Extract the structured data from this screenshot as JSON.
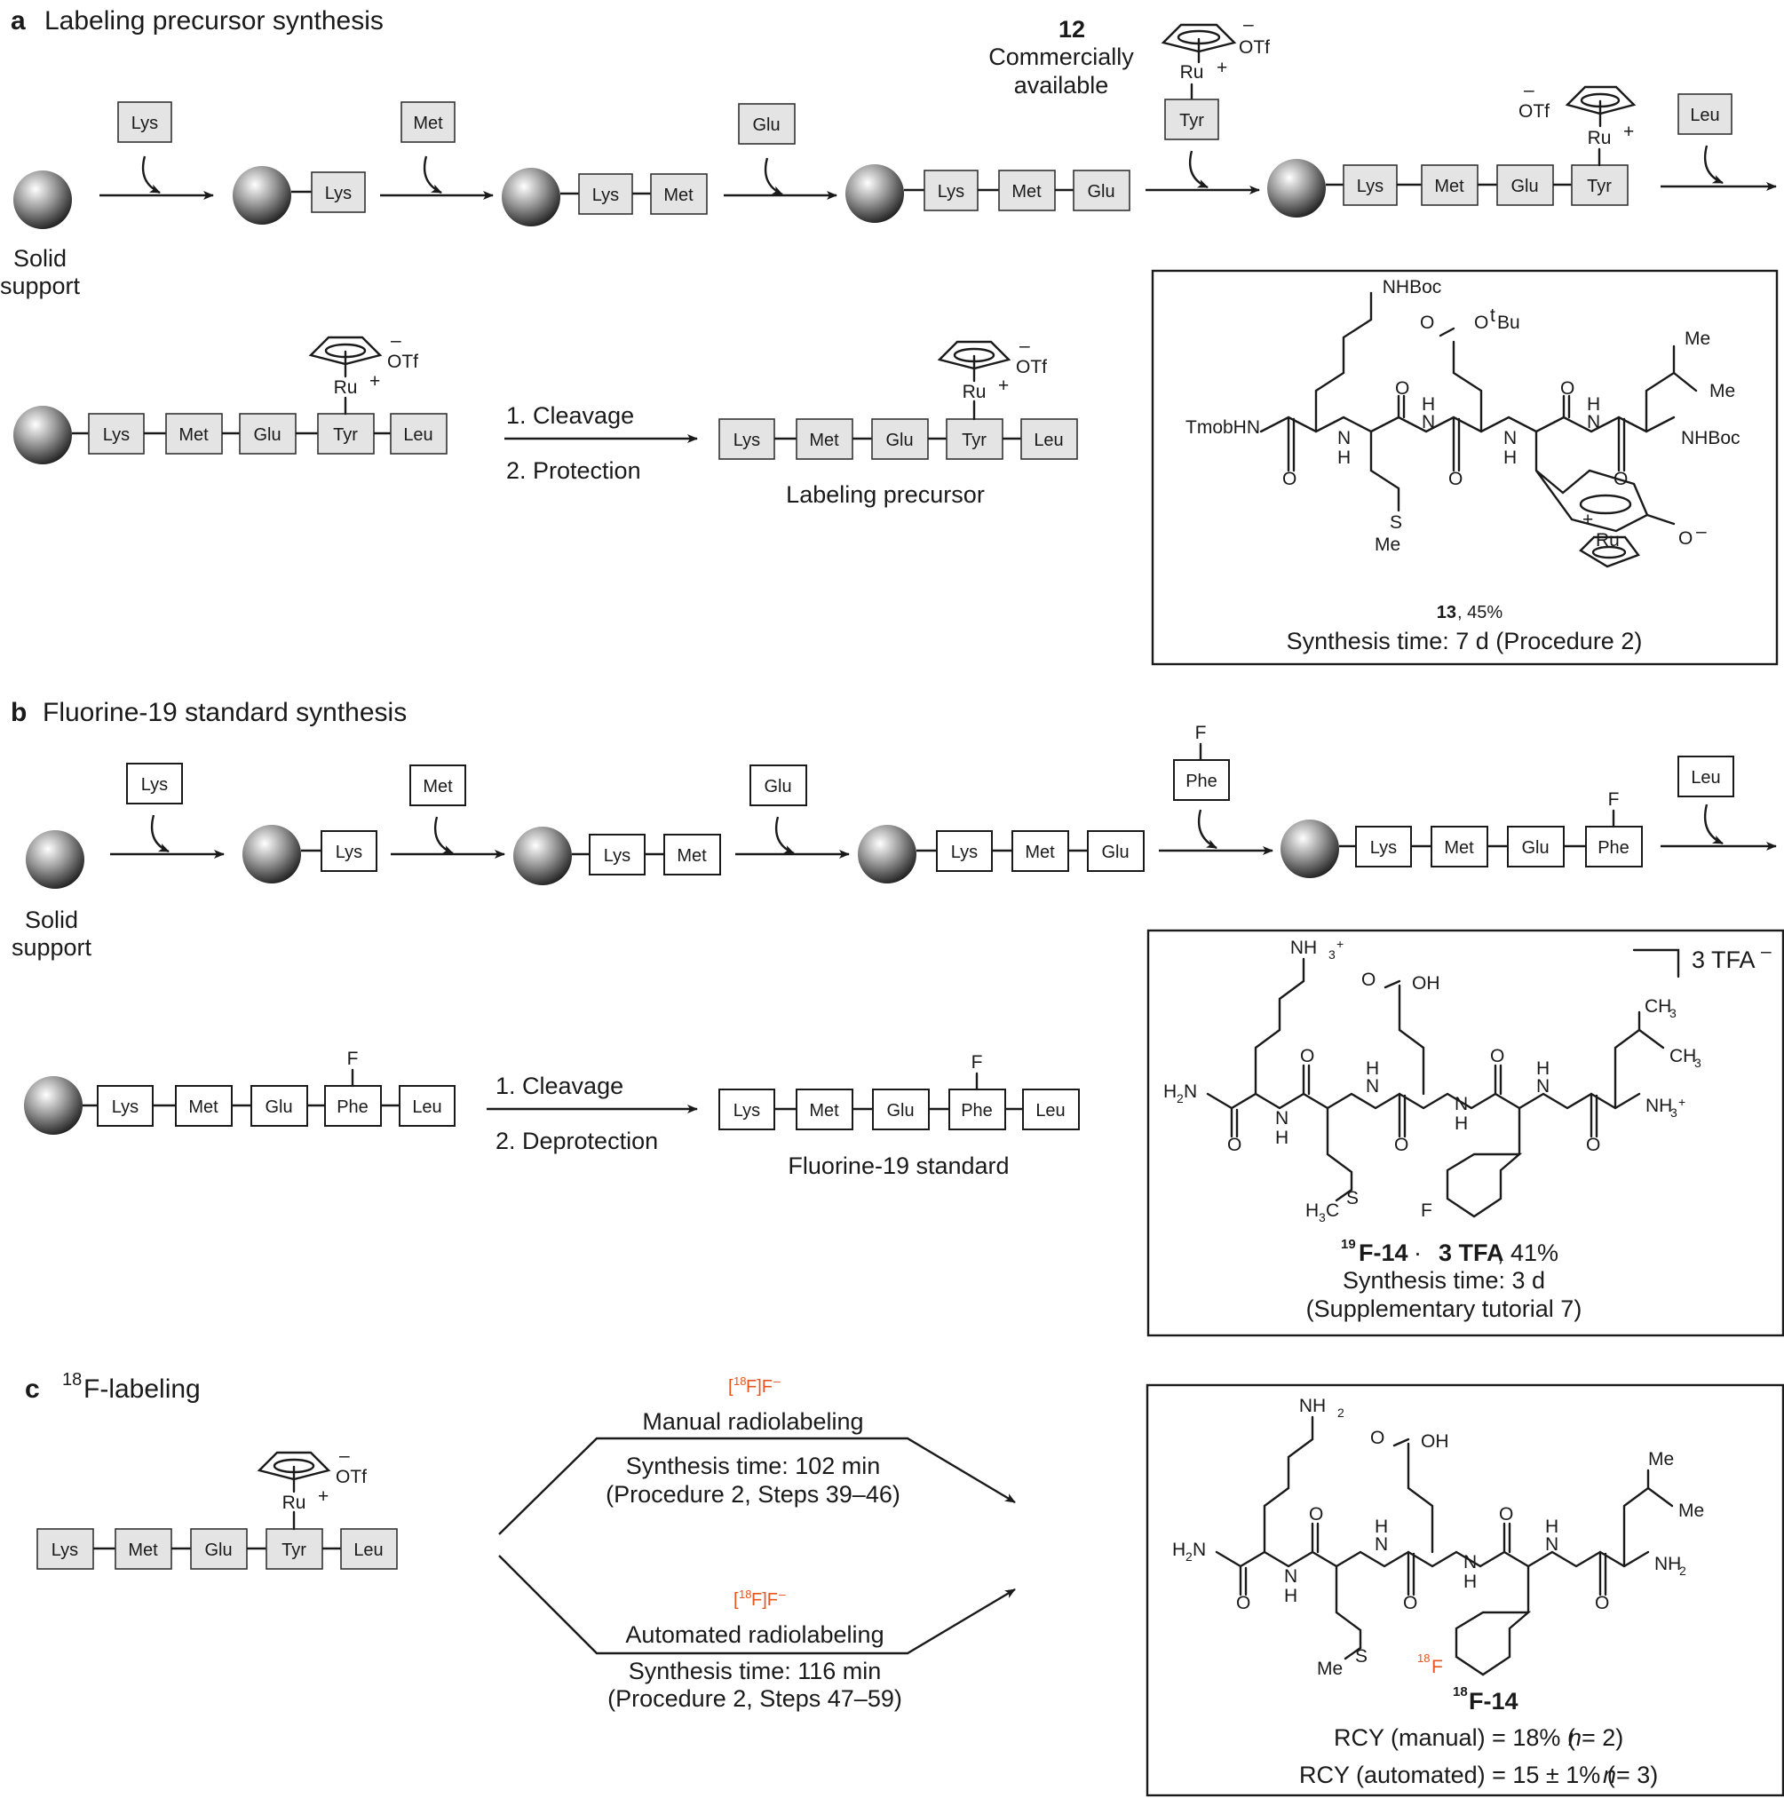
{
  "colors": {
    "accent": "#e8541e",
    "ink": "#1a1a1a",
    "residue_fill_a": "#e4e4e4",
    "residue_fill_b": "#ffffff"
  },
  "panel_a": {
    "letter": "a",
    "title": "Labeling precursor synthesis",
    "solid_support": [
      "Solid",
      "support"
    ],
    "residues": {
      "lys": "Lys",
      "met": "Met",
      "glu": "Glu",
      "tyr": "Tyr",
      "leu": "Leu"
    },
    "reagent_number": "12",
    "commercial": [
      "Commercially",
      "available"
    ],
    "ru": "Ru",
    "plus": "+",
    "minus": "–",
    "otf": "OTf",
    "steps": [
      "1. Cleavage",
      "2. Protection"
    ],
    "product_label": "Labeling precursor",
    "compound": {
      "number": "13",
      "yield": ", 45%",
      "time": "Synthesis time: 7 d (Procedure 2)"
    },
    "structure_labels": {
      "nhboc": "NHBoc",
      "tmobhn": "TmobHN",
      "o": "O",
      "h": "H",
      "n": "N",
      "otbu_o": "O",
      "otbu": "O",
      "tbu_t": "t",
      "tbu_bu": "Bu",
      "me": "Me",
      "sme_s": "S",
      "ominus": "O",
      "minus": "–",
      "nhboc2": "NHBoc",
      "ru": "Ru",
      "plus": "+"
    }
  },
  "panel_b": {
    "letter": "b",
    "title": "Fluorine-19 standard synthesis",
    "solid_support": [
      "Solid",
      "support"
    ],
    "residues": {
      "lys": "Lys",
      "met": "Met",
      "glu": "Glu",
      "phe": "Phe",
      "leu": "Leu"
    },
    "f": "F",
    "steps": [
      "1. Cleavage",
      "2. Deprotection"
    ],
    "product_label": "Fluorine-19 standard",
    "counterion": "3 TFA",
    "counterion_charge": "–",
    "compound": {
      "sup": "19",
      "name": "F-14",
      "dot": " · ",
      "salt": "3 TFA",
      "yield": ", 41%",
      "time": "Synthesis time: 3 d",
      "ref": "(Supplementary tutorial 7)"
    },
    "structure_labels": {
      "nh3": "NH",
      "sub3": "3",
      "plus": "+",
      "oh": "OH",
      "ch3": "CH",
      "h2n": "H",
      "h2n_2": "2",
      "h2n_n": "N",
      "o": "O",
      "h": "H",
      "n": "N",
      "h3c": "H",
      "h3c_3": "3",
      "h3c_c": "C",
      "s": "S",
      "f": "F"
    }
  },
  "panel_c": {
    "letter": "c",
    "title_sup": "18",
    "title": "F-labeling",
    "residues": {
      "lys": "Lys",
      "met": "Met",
      "glu": "Glu",
      "tyr": "Tyr",
      "leu": "Leu"
    },
    "ru": "Ru",
    "plus": "+",
    "minus": "–",
    "otf": "OTf",
    "reagent": {
      "open": "[",
      "sup": "18",
      "close": "F]F",
      "charge": "–"
    },
    "manual": {
      "label": "Manual radiolabeling",
      "time": "Synthesis time: 102 min",
      "steps": "(Procedure 2, Steps 39–46)"
    },
    "automated": {
      "label": "Automated radiolabeling",
      "time": "Synthesis time: 116 min",
      "steps": "(Procedure 2, Steps 47–59)"
    },
    "compound": {
      "sup": "18",
      "name": "F-14"
    },
    "rcy_manual": {
      "pre": "RCY (manual) = 18% (",
      "n": "n",
      "post": " = 2)"
    },
    "rcy_automated": {
      "pre": "RCY (automated) = 15 ± 1% (",
      "n": "n",
      "post": " = 3)"
    },
    "structure_labels": {
      "nh2": "NH",
      "sub2": "2",
      "oh": "OH",
      "me": "Me",
      "h2n": "H",
      "h2n_2": "2",
      "h2n_n": "N",
      "o": "O",
      "h": "H",
      "n": "N",
      "s": "S",
      "f18_sup": "18",
      "f18": "F"
    }
  }
}
